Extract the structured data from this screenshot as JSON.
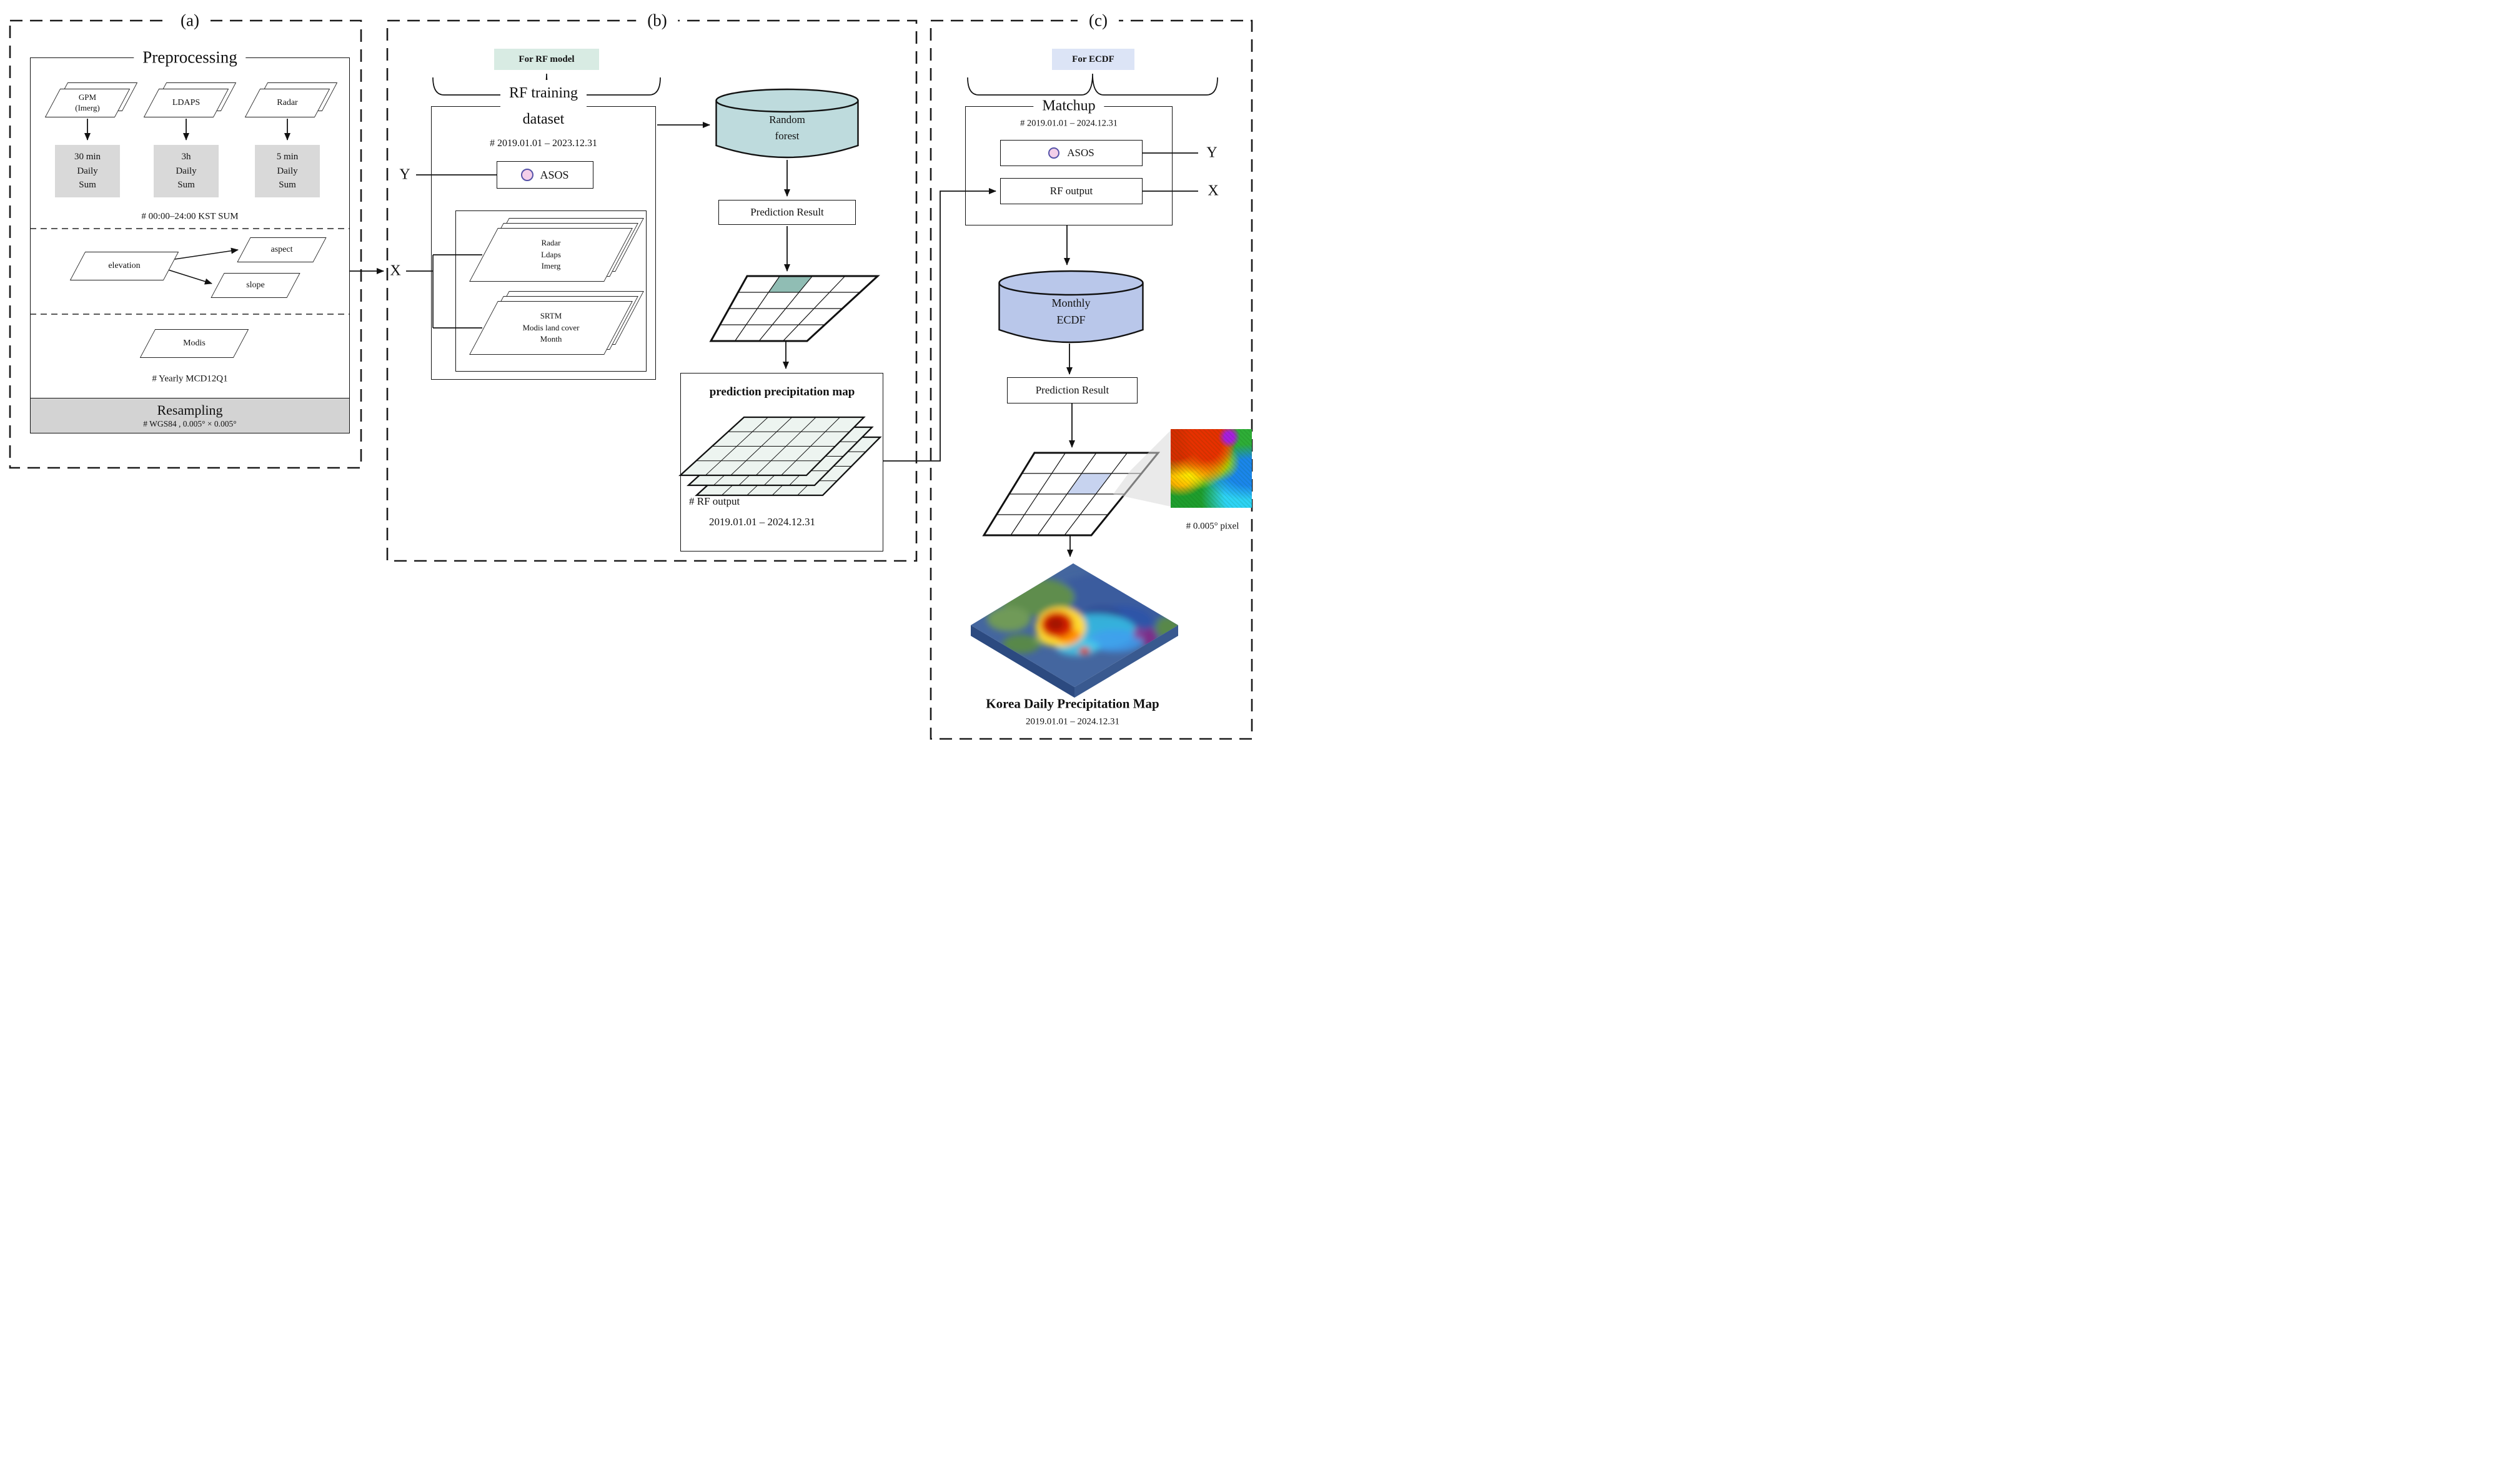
{
  "colors": {
    "panel_border": "#1a1a1a",
    "rf_model_badge_bg": "#d8ebe3",
    "ecdf_badge_bg": "#dce4f6",
    "random_forest_cylinder": "#bedbdd",
    "monthly_ecdf_cylinder": "#b9c7ea",
    "daily_sum_box_bg": "#d9d9d9",
    "resampling_bar_bg": "#d3d3d3",
    "grid_highlight_teal": "#90bdb4",
    "grid_highlight_blue": "#c7d3ef",
    "map_sheet_fill": "#edf4f0",
    "asos_marker_fill": "#f3cfe9",
    "asos_marker_border": "#5552a8"
  },
  "panel_a": {
    "tag": "(a)",
    "preprocessing_title": "Preprocessing",
    "sources": [
      {
        "name": [
          "GPM",
          "(Imerg)"
        ],
        "sum": [
          "30 min",
          "Daily",
          "Sum"
        ]
      },
      {
        "name": [
          "LDAPS"
        ],
        "sum": [
          "3h",
          "Daily",
          "Sum"
        ]
      },
      {
        "name": [
          "Radar"
        ],
        "sum": [
          "5 min",
          "Daily",
          "Sum"
        ]
      }
    ],
    "kst_note": "# 00:00–24:00 KST SUM",
    "terrain": {
      "input": "elevation",
      "aspect": "aspect",
      "slope": "slope"
    },
    "modis": "Modis",
    "modis_note": "# Yearly MCD12Q1",
    "resampling": {
      "title": "Resampling",
      "note": "# WGS84 , 0.005° × 0.005°"
    }
  },
  "panel_b": {
    "tag": "(b)",
    "badge": "For RF model",
    "dataset": {
      "title_line1": "RF training",
      "title_line2": "dataset",
      "date_note": "# 2019.01.01 – 2023.12.31",
      "y_label": "Y",
      "x_label": "X",
      "asos": "ASOS",
      "stack1": [
        "Radar",
        "Ldaps",
        "Imerg"
      ],
      "stack2": [
        "SRTM",
        "Modis land cover",
        "Month"
      ]
    },
    "cylinder": [
      "Random",
      "forest"
    ],
    "prediction_result": "Prediction Result",
    "map_box": {
      "title": "prediction precipitation map",
      "note_line1": "# RF output",
      "note_line2": "2019.01.01 – 2024.12.31"
    }
  },
  "panel_c": {
    "tag": "(c)",
    "badge": "For ECDF",
    "matchup": {
      "title": "Matchup",
      "date_note": "# 2019.01.01 – 2024.12.31",
      "asos": "ASOS",
      "rf_output": "RF output",
      "y_label": "Y",
      "x_label": "X"
    },
    "cylinder": [
      "Monthly",
      "ECDF"
    ],
    "prediction_result": "Prediction Result",
    "pixel_note": "# 0.005° pixel",
    "map_caption": "Korea Daily Precipitation Map",
    "map_date": "2019.01.01 – 2024.12.31"
  }
}
